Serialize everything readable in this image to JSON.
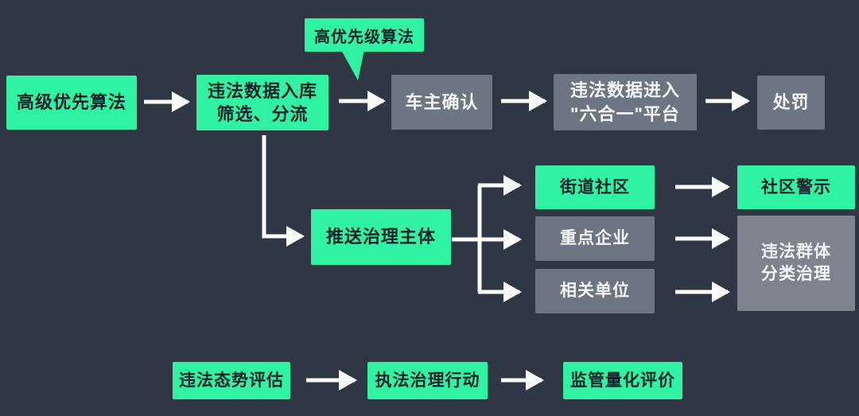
{
  "colors": {
    "background": "#2f3744",
    "node_green": "#2ff3a2",
    "node_gray": "#6e7582",
    "node_gray_large": "#7e838d",
    "text_on_green": "#112129",
    "text_on_gray": "#f5f6f8",
    "arrow": "#fafafa"
  },
  "callout": {
    "label": "高优先级算法"
  },
  "nodes": {
    "priority_algorithm": {
      "label": "高级优先算法"
    },
    "data_intake": {
      "label": "违法数据入库\n筛选、分流"
    },
    "owner_confirm": {
      "label": "车主确认"
    },
    "platform_entry": {
      "label": "违法数据进入\n\"六合一\"平台"
    },
    "punishment": {
      "label": "处罚"
    },
    "push_governance": {
      "label": "推送治理主体"
    },
    "street_community": {
      "label": "街道社区"
    },
    "key_enterprises": {
      "label": "重点企业"
    },
    "related_units": {
      "label": "相关单位"
    },
    "community_warning": {
      "label": "社区警示"
    },
    "group_classified_governance": {
      "label": "违法群体\n分类治理"
    },
    "situation_assessment": {
      "label": "违法态势评估"
    },
    "enforcement_action": {
      "label": "执法治理行动"
    },
    "quantitative_evaluation": {
      "label": "监管量化评价"
    }
  }
}
